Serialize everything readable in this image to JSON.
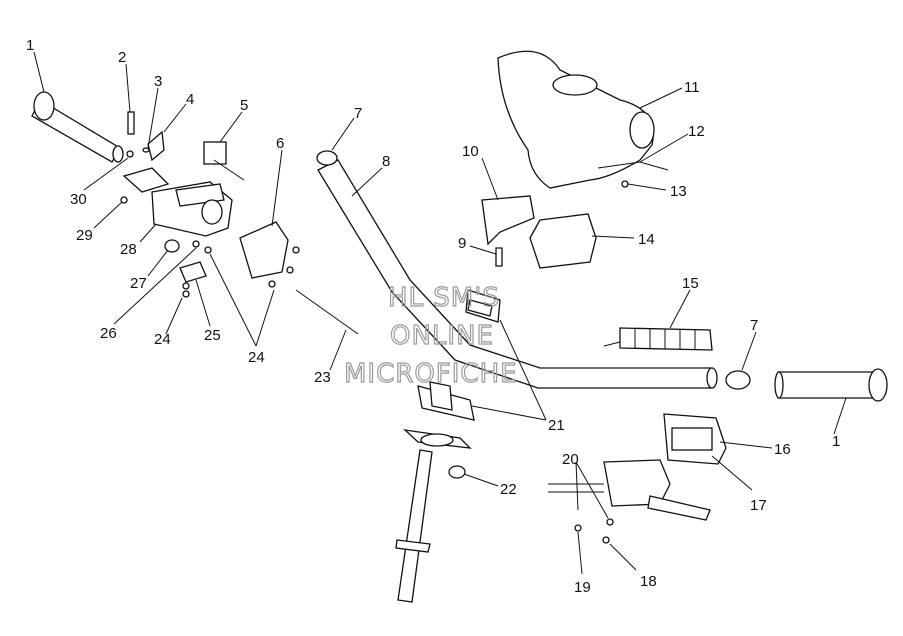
{
  "watermark": {
    "line1": "HL SM'S",
    "line2": "ONLINE",
    "line3": "MICROFICHE"
  },
  "callouts": [
    {
      "id": "c1a",
      "text": "1"
    },
    {
      "id": "c2",
      "text": "2"
    },
    {
      "id": "c3",
      "text": "3"
    },
    {
      "id": "c4",
      "text": "4"
    },
    {
      "id": "c5",
      "text": "5"
    },
    {
      "id": "c6",
      "text": "6"
    },
    {
      "id": "c7a",
      "text": "7"
    },
    {
      "id": "c8",
      "text": "8"
    },
    {
      "id": "c9",
      "text": "9"
    },
    {
      "id": "c10",
      "text": "10"
    },
    {
      "id": "c11",
      "text": "11"
    },
    {
      "id": "c12",
      "text": "12"
    },
    {
      "id": "c13",
      "text": "13"
    },
    {
      "id": "c14",
      "text": "14"
    },
    {
      "id": "c15",
      "text": "15"
    },
    {
      "id": "c7b",
      "text": "7"
    },
    {
      "id": "c1b",
      "text": "1"
    },
    {
      "id": "c16",
      "text": "16"
    },
    {
      "id": "c17",
      "text": "17"
    },
    {
      "id": "c18",
      "text": "18"
    },
    {
      "id": "c19",
      "text": "19"
    },
    {
      "id": "c20",
      "text": "20"
    },
    {
      "id": "c21",
      "text": "21"
    },
    {
      "id": "c22",
      "text": "22"
    },
    {
      "id": "c23",
      "text": "23"
    },
    {
      "id": "c24",
      "text": "24"
    },
    {
      "id": "c25",
      "text": "25"
    },
    {
      "id": "c24b",
      "text": "24"
    },
    {
      "id": "c26",
      "text": "26"
    },
    {
      "id": "c27",
      "text": "27"
    },
    {
      "id": "c28",
      "text": "28"
    },
    {
      "id": "c29",
      "text": "29"
    },
    {
      "id": "c30",
      "text": "30"
    }
  ]
}
